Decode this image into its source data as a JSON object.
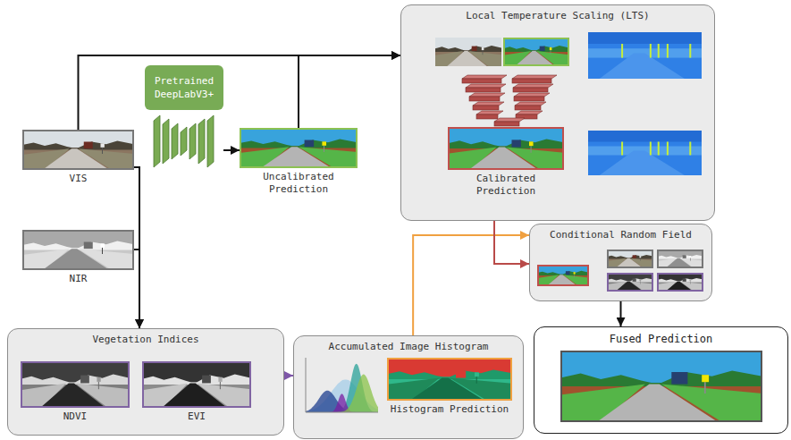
{
  "diagram": {
    "nodes": [
      {
        "text": [
          "Local Temperature Scaling (LTS)"
        ]
      },
      {
        "text": [
          "Calibrated Prediction"
        ],
        "in": 0
      },
      {
        "text": [
          "Pretrained DeepLabV3+"
        ]
      },
      {
        "text": [
          "VIS"
        ]
      },
      {
        "text": [
          "Uncalibrated Prediction"
        ]
      },
      {
        "text": [
          "Conditional Random Field"
        ]
      },
      {
        "text": [
          "NIR"
        ]
      },
      {
        "text": [
          "Vegetation Indices"
        ]
      },
      {
        "text": [
          "NDVI"
        ],
        "in": 7
      },
      {
        "text": [
          "EVI"
        ],
        "in": 7
      },
      {
        "text": [
          "Accumulated Image Histogram"
        ]
      },
      {
        "text": [
          "Histogram Prediction"
        ],
        "in": 10
      },
      {
        "text": [
          "Fused Prediction"
        ]
      }
    ],
    "edges": [
      {
        "from": 3,
        "to": 0,
        "arrow": "to"
      },
      {
        "from": 4,
        "to": 0,
        "arrow": "to"
      },
      {
        "from": 2,
        "to": 4,
        "arrow": "to"
      },
      {
        "from": 3,
        "to": 7,
        "arrow": "to"
      },
      {
        "from": 6,
        "to": 7,
        "arrow": "to"
      },
      {
        "from": 7,
        "to": 10,
        "arrow": "to"
      },
      {
        "from": 10,
        "to": 5,
        "arrow": "to"
      },
      {
        "from": 0,
        "to": 5,
        "arrow": "to"
      },
      {
        "from": 5,
        "to": 12,
        "arrow": "to"
      }
    ]
  }
}
